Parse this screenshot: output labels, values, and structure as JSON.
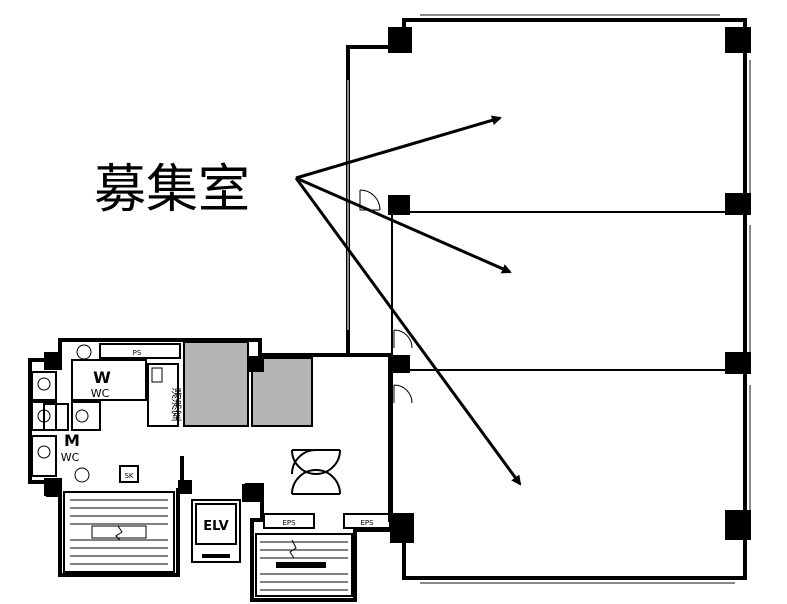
{
  "annotation": {
    "label": "募集室"
  },
  "rooms": {
    "wc_women_letter": "W",
    "wc_women_text": "WC",
    "wc_men_letter": "M",
    "wc_men_text": "WC",
    "kitchen": "湯沸室",
    "elevator": "ELV",
    "ps": "PS",
    "sk": "SK",
    "eps_left": "EPS",
    "eps_right": "EPS"
  },
  "colors": {
    "line": "#000000",
    "shade": "#b5b5b5",
    "window": "#8a8a8a"
  }
}
